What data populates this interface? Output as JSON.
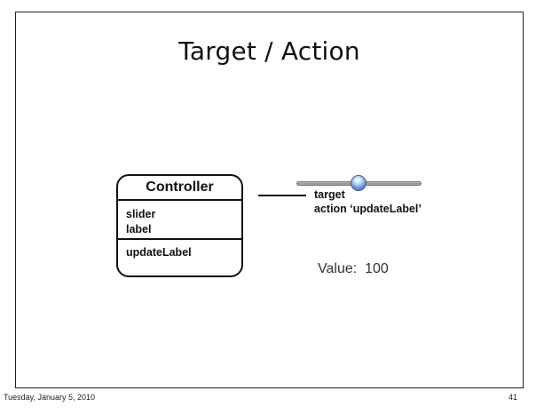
{
  "slide": {
    "title": "Target / Action",
    "controller": {
      "name": "Controller",
      "properties": [
        "slider",
        "label"
      ],
      "methods": [
        "updateLabel"
      ]
    },
    "slider": {
      "target_label": "target",
      "action_label": "action ‘updateLabel’",
      "value_label": "Value:  100"
    }
  },
  "footer": {
    "date": "Tuesday, January 5, 2010",
    "page_number": "41"
  }
}
